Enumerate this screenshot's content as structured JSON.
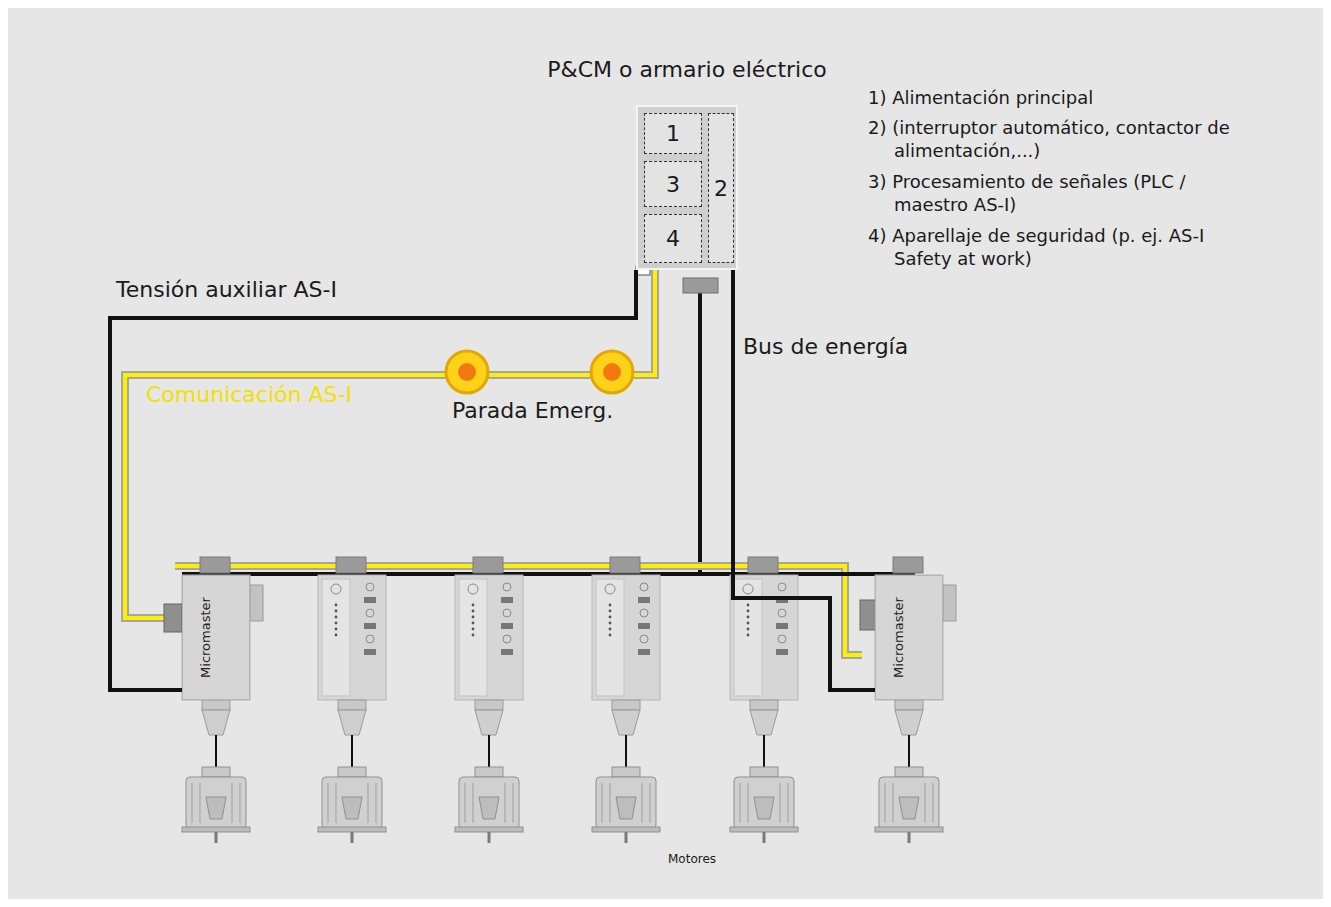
{
  "diagram": {
    "nodes": [
      {
        "text": [
          "P&CM o armario eléctrico"
        ]
      },
      {
        "text": [
          "1"
        ],
        "in": 0
      },
      {
        "text": [
          "2"
        ],
        "in": 0
      },
      {
        "text": [
          "3"
        ],
        "in": 0
      },
      {
        "text": [
          "4"
        ],
        "in": 0
      },
      {
        "text": [
          "Micromaster"
        ]
      },
      {
        "text": [
          "Micromaster"
        ]
      }
    ],
    "edges": [
      {
        "from": 0,
        "to": 5,
        "arrow": "none"
      },
      {
        "from": 0,
        "to": 5,
        "arrow": "none"
      },
      {
        "from": 0,
        "to": 6,
        "arrow": "none"
      }
    ],
    "labels": [
      "1) Alimentación principal",
      "2) (interruptor automático, contactor de alimentación,...)",
      "3) Procesamiento de señales (PLC / maestro AS-I)",
      "4) Aparellaje de seguridad (p. ej. AS-I Safety at work)",
      "Tensión auxiliar AS-I",
      "Comunicación AS-I",
      "Parada Emerg.",
      "Bus de energía",
      "Motores"
    ]
  }
}
